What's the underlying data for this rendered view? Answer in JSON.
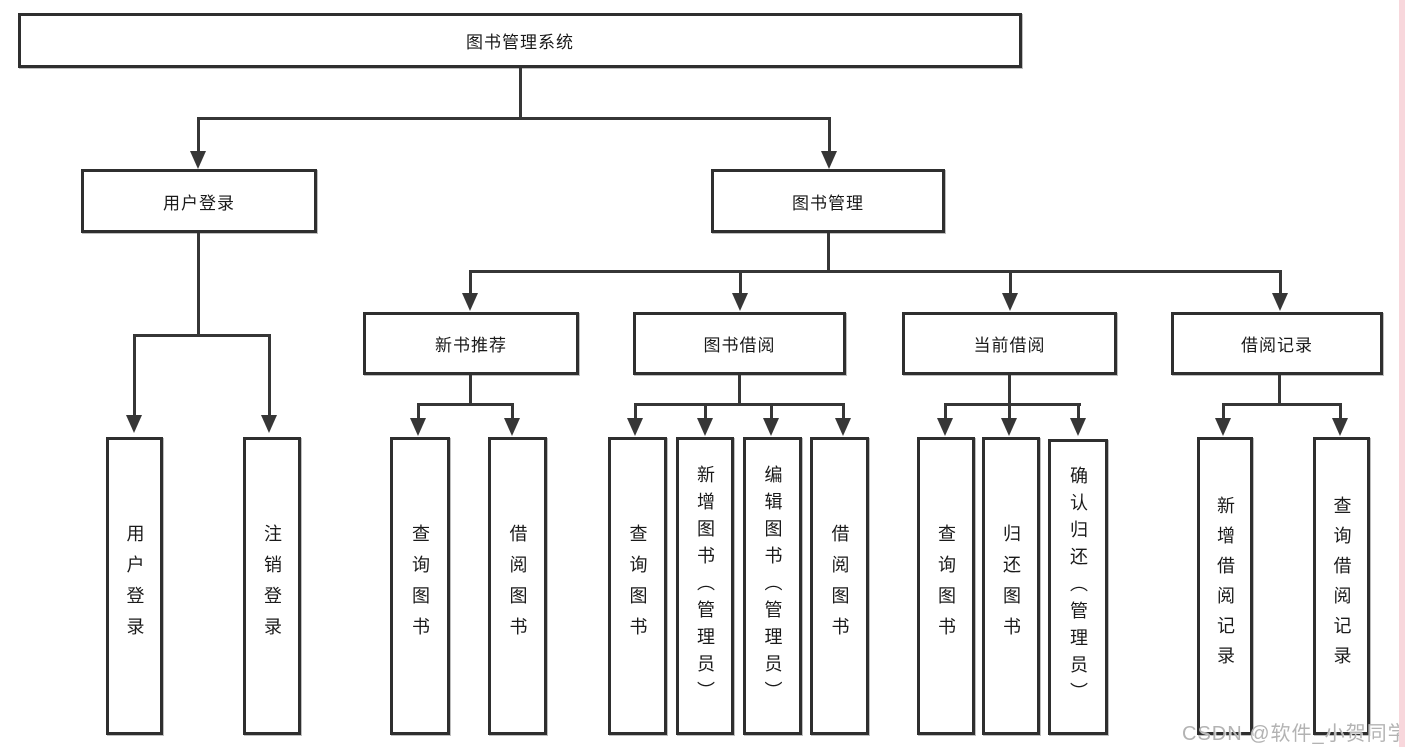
{
  "colors": {
    "background": "#ffffff",
    "line": "#363636",
    "box_border": "#2f2f2f",
    "text": "#1a1a1a",
    "watermark": "#b3b3b3",
    "accent_strip": "#f8d7dc"
  },
  "nodes": {
    "root": "图书管理系统",
    "user_login": "用户登录",
    "book_mgmt": "图书管理",
    "new_books": "新书推荐",
    "book_borrow": "图书借阅",
    "current_borrow": "当前借阅",
    "borrow_records": "借阅记录"
  },
  "leaves": {
    "user": [
      "用户登录",
      "注销登录"
    ],
    "new_books": [
      "查询图书",
      "借阅图书"
    ],
    "borrow": [
      "查询图书",
      "新增图书（管理员）",
      "编辑图书（管理员）",
      "借阅图书"
    ],
    "current": [
      "查询图书",
      "归还图书",
      "确认归还（管理员）"
    ],
    "records": [
      "新增借阅记录",
      "查询借阅记录"
    ]
  },
  "watermark": "CSDN @软件_小贺同学"
}
